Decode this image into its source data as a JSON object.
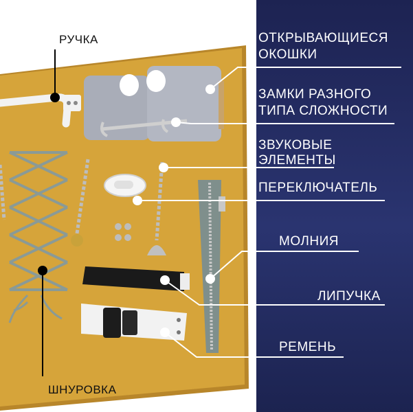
{
  "labels": {
    "handle": "РУЧКА",
    "windows_1": "ОТКРЫВАЮЩИЕСЯ",
    "windows_2": "ОКОШКИ",
    "locks_1": "ЗАМКИ РАЗНОГО",
    "locks_2": "ТИПА СЛОЖНОСТИ",
    "sound_1": "ЗВУКОВЫЕ",
    "sound_2": "ЭЛЕМЕНТЫ",
    "switch": "ПЕРЕКЛЮЧАТЕЛЬ",
    "zipper": "МОЛНИЯ",
    "velcro": "ЛИПУЧКА",
    "strap": "РЕМЕНЬ",
    "lacing": "ШНУРОВКА"
  },
  "colors": {
    "panel": "#232a5e",
    "board": "#d6a43a",
    "board_edge": "#b8862a",
    "doors": "#a9adb8",
    "zipper_tape": "#7f8f8c",
    "velcro": "#1a1a1a",
    "strap": "#f2f2f2",
    "pointer_line": "#ffffff",
    "pointer_dot_dark": "#000000"
  }
}
